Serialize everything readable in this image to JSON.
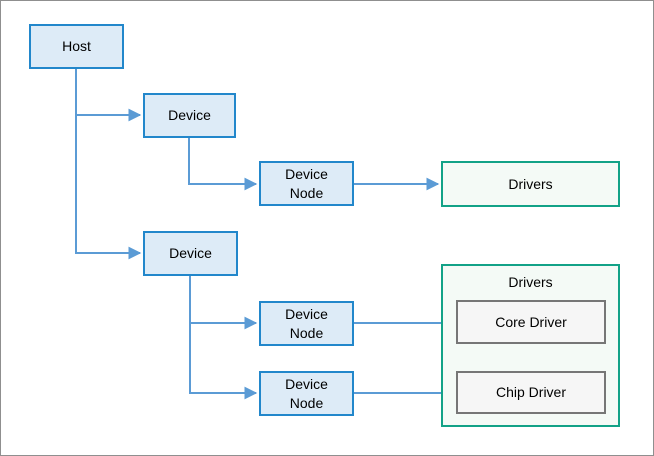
{
  "colors": {
    "frame_border": "#8f8f8f",
    "node_fill": "#ddebf7",
    "node_border": "#2287cb",
    "connector": "#5b9bd5",
    "group_fill": "#f4faf6",
    "group_border": "#12a287",
    "driver_fill": "#f6f6f6",
    "driver_border": "#767676",
    "text": "#000000"
  },
  "diagram": {
    "nodes": {
      "host": {
        "label": "Host"
      },
      "device_top": {
        "label": "Device"
      },
      "device_bottom": {
        "label": "Device"
      },
      "device_node_top": {
        "label": "Device Node"
      },
      "device_node_mid": {
        "label": "Device Node"
      },
      "device_node_bottom": {
        "label": "Device Node"
      },
      "drivers_single": {
        "label": "Drivers"
      },
      "drivers_group": {
        "label": "Drivers"
      },
      "core_driver": {
        "label": "Core Driver"
      },
      "chip_driver": {
        "label": "Chip Driver"
      }
    }
  }
}
